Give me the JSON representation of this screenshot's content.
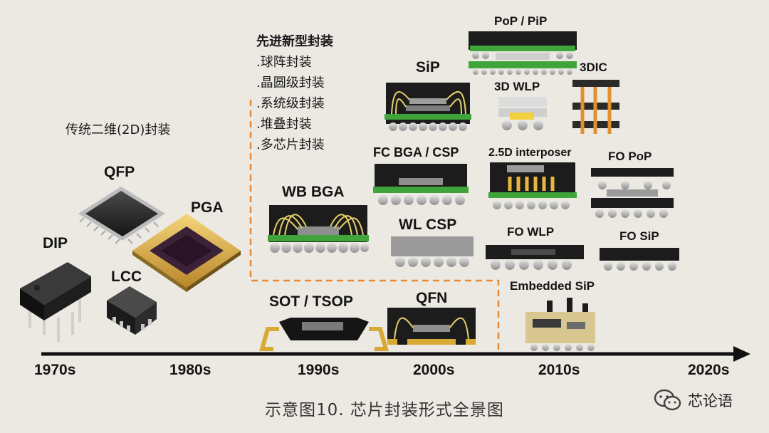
{
  "timeline": {
    "decades": [
      "1970s",
      "1980s",
      "1990s",
      "2000s",
      "2010s",
      "2020s"
    ]
  },
  "traditional": {
    "title": "传统二维(2D)封装",
    "packages": {
      "dip": "DIP",
      "qfp": "QFP",
      "lcc": "LCC",
      "pga": "PGA"
    }
  },
  "advanced": {
    "title": "先进新型封装",
    "items": [
      ".球阵封装",
      ".晶圆级封装",
      ".系统级封装",
      ".堆叠封装",
      ".多芯片封装"
    ]
  },
  "packages": {
    "wb_bga": "WB BGA",
    "sot_tsop": "SOT / TSOP",
    "sip": "SiP",
    "fc_bga_csp": "FC BGA / CSP",
    "wl_csp": "WL CSP",
    "qfn": "QFN",
    "pop_pip": "PoP / PiP",
    "wlp_3d": "3D WLP",
    "dic_3d": "3DIC",
    "interposer_25d": "2.5D interposer",
    "fo_pop": "FO PoP",
    "fo_wlp": "FO WLP",
    "fo_sip": "FO SiP",
    "embedded_sip": "Embedded SiP"
  },
  "caption": "示意图10. 芯片封装形式全景图",
  "brand": {
    "name": "芯论语",
    "icon": "wechat-icon"
  },
  "colors": {
    "background": "#ece9e3",
    "dashed_frame": "#e58a3a",
    "substrate_green": "#3fa53a",
    "ball_gray": "#bdbdbd",
    "die_dark": "#222222"
  }
}
